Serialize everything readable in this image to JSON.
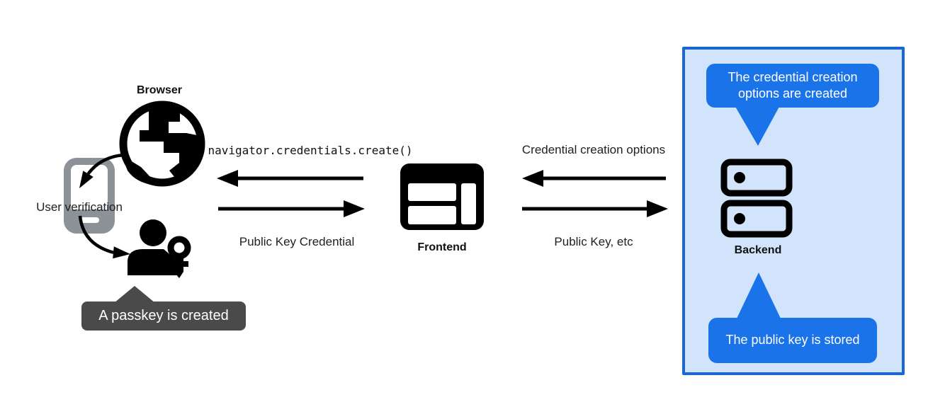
{
  "colors": {
    "accent_blue": "#1a73e8",
    "box_border_blue": "#1967d2",
    "box_fill_blue": "#d2e3fc",
    "tooltip_gray": "#4a4a4a",
    "phone_gray": "#8d9198",
    "icon_black": "#000000",
    "text_dark": "#202124",
    "background": "#ffffff"
  },
  "browser_section": {
    "title": "Browser",
    "user_verification": "User verification",
    "passkey_tooltip": "A passkey is created"
  },
  "frontend_section": {
    "title": "Frontend",
    "api_call": "navigator.credentials.create()",
    "result_message": "Public Key Credential"
  },
  "backend_section": {
    "title": "Backend",
    "to_frontend_message": "Credential creation options",
    "from_frontend_message": "Public Key, etc",
    "top_note": "The credential creation options are created",
    "bottom_note": "The public key is stored"
  }
}
